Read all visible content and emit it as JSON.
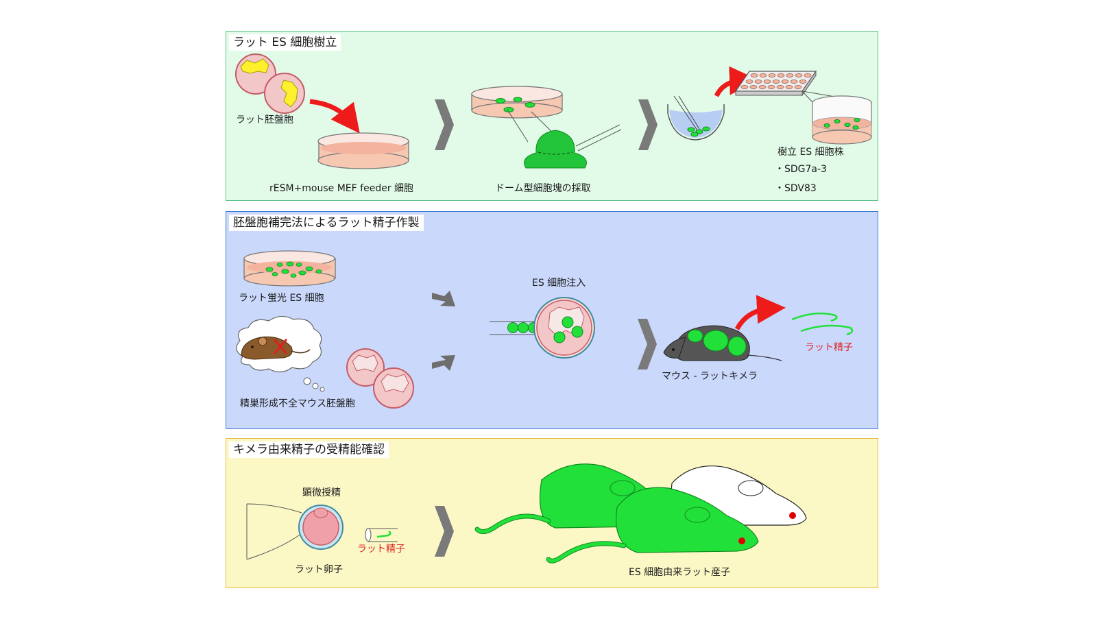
{
  "panels": {
    "establishment": {
      "title": "ラット ES 細胞樹立",
      "blastocyst_label": "ラット胚盤胞",
      "feeder_label": "rESM+mouse MEF feeder 細胞",
      "dome_label": "ドーム型細胞塊の採取",
      "line_title": "樹立 ES 細胞株",
      "lines": [
        "・SDG7a-3",
        "・SDV83"
      ]
    },
    "complementation": {
      "title": "胚盤胞補完法によるラット精子作製",
      "fluor_es_label": "ラット蛍光 ES 細胞",
      "mouse_blastocyst_label": "精巣形成不全マウス胚盤胞",
      "injection_label": "ES 細胞注入",
      "chimera_label": "マウス - ラットキメラ",
      "sperm_label": "ラット精子"
    },
    "fertility": {
      "title": "キメラ由来精子の受精能確認",
      "icsi_label": "顕微授精",
      "sperm_label": "ラット精子",
      "oocyte_label": "ラット卵子",
      "pups_label": "ES 細胞由来ラット産子"
    }
  },
  "colors": {
    "panel1_bg": "#e2fbe9",
    "panel2_bg": "#c9d8fb",
    "panel3_bg": "#fbf8c6",
    "es_green": "#22e03a",
    "arrow_red": "#ee1b1b",
    "label_red": "#e02020"
  }
}
